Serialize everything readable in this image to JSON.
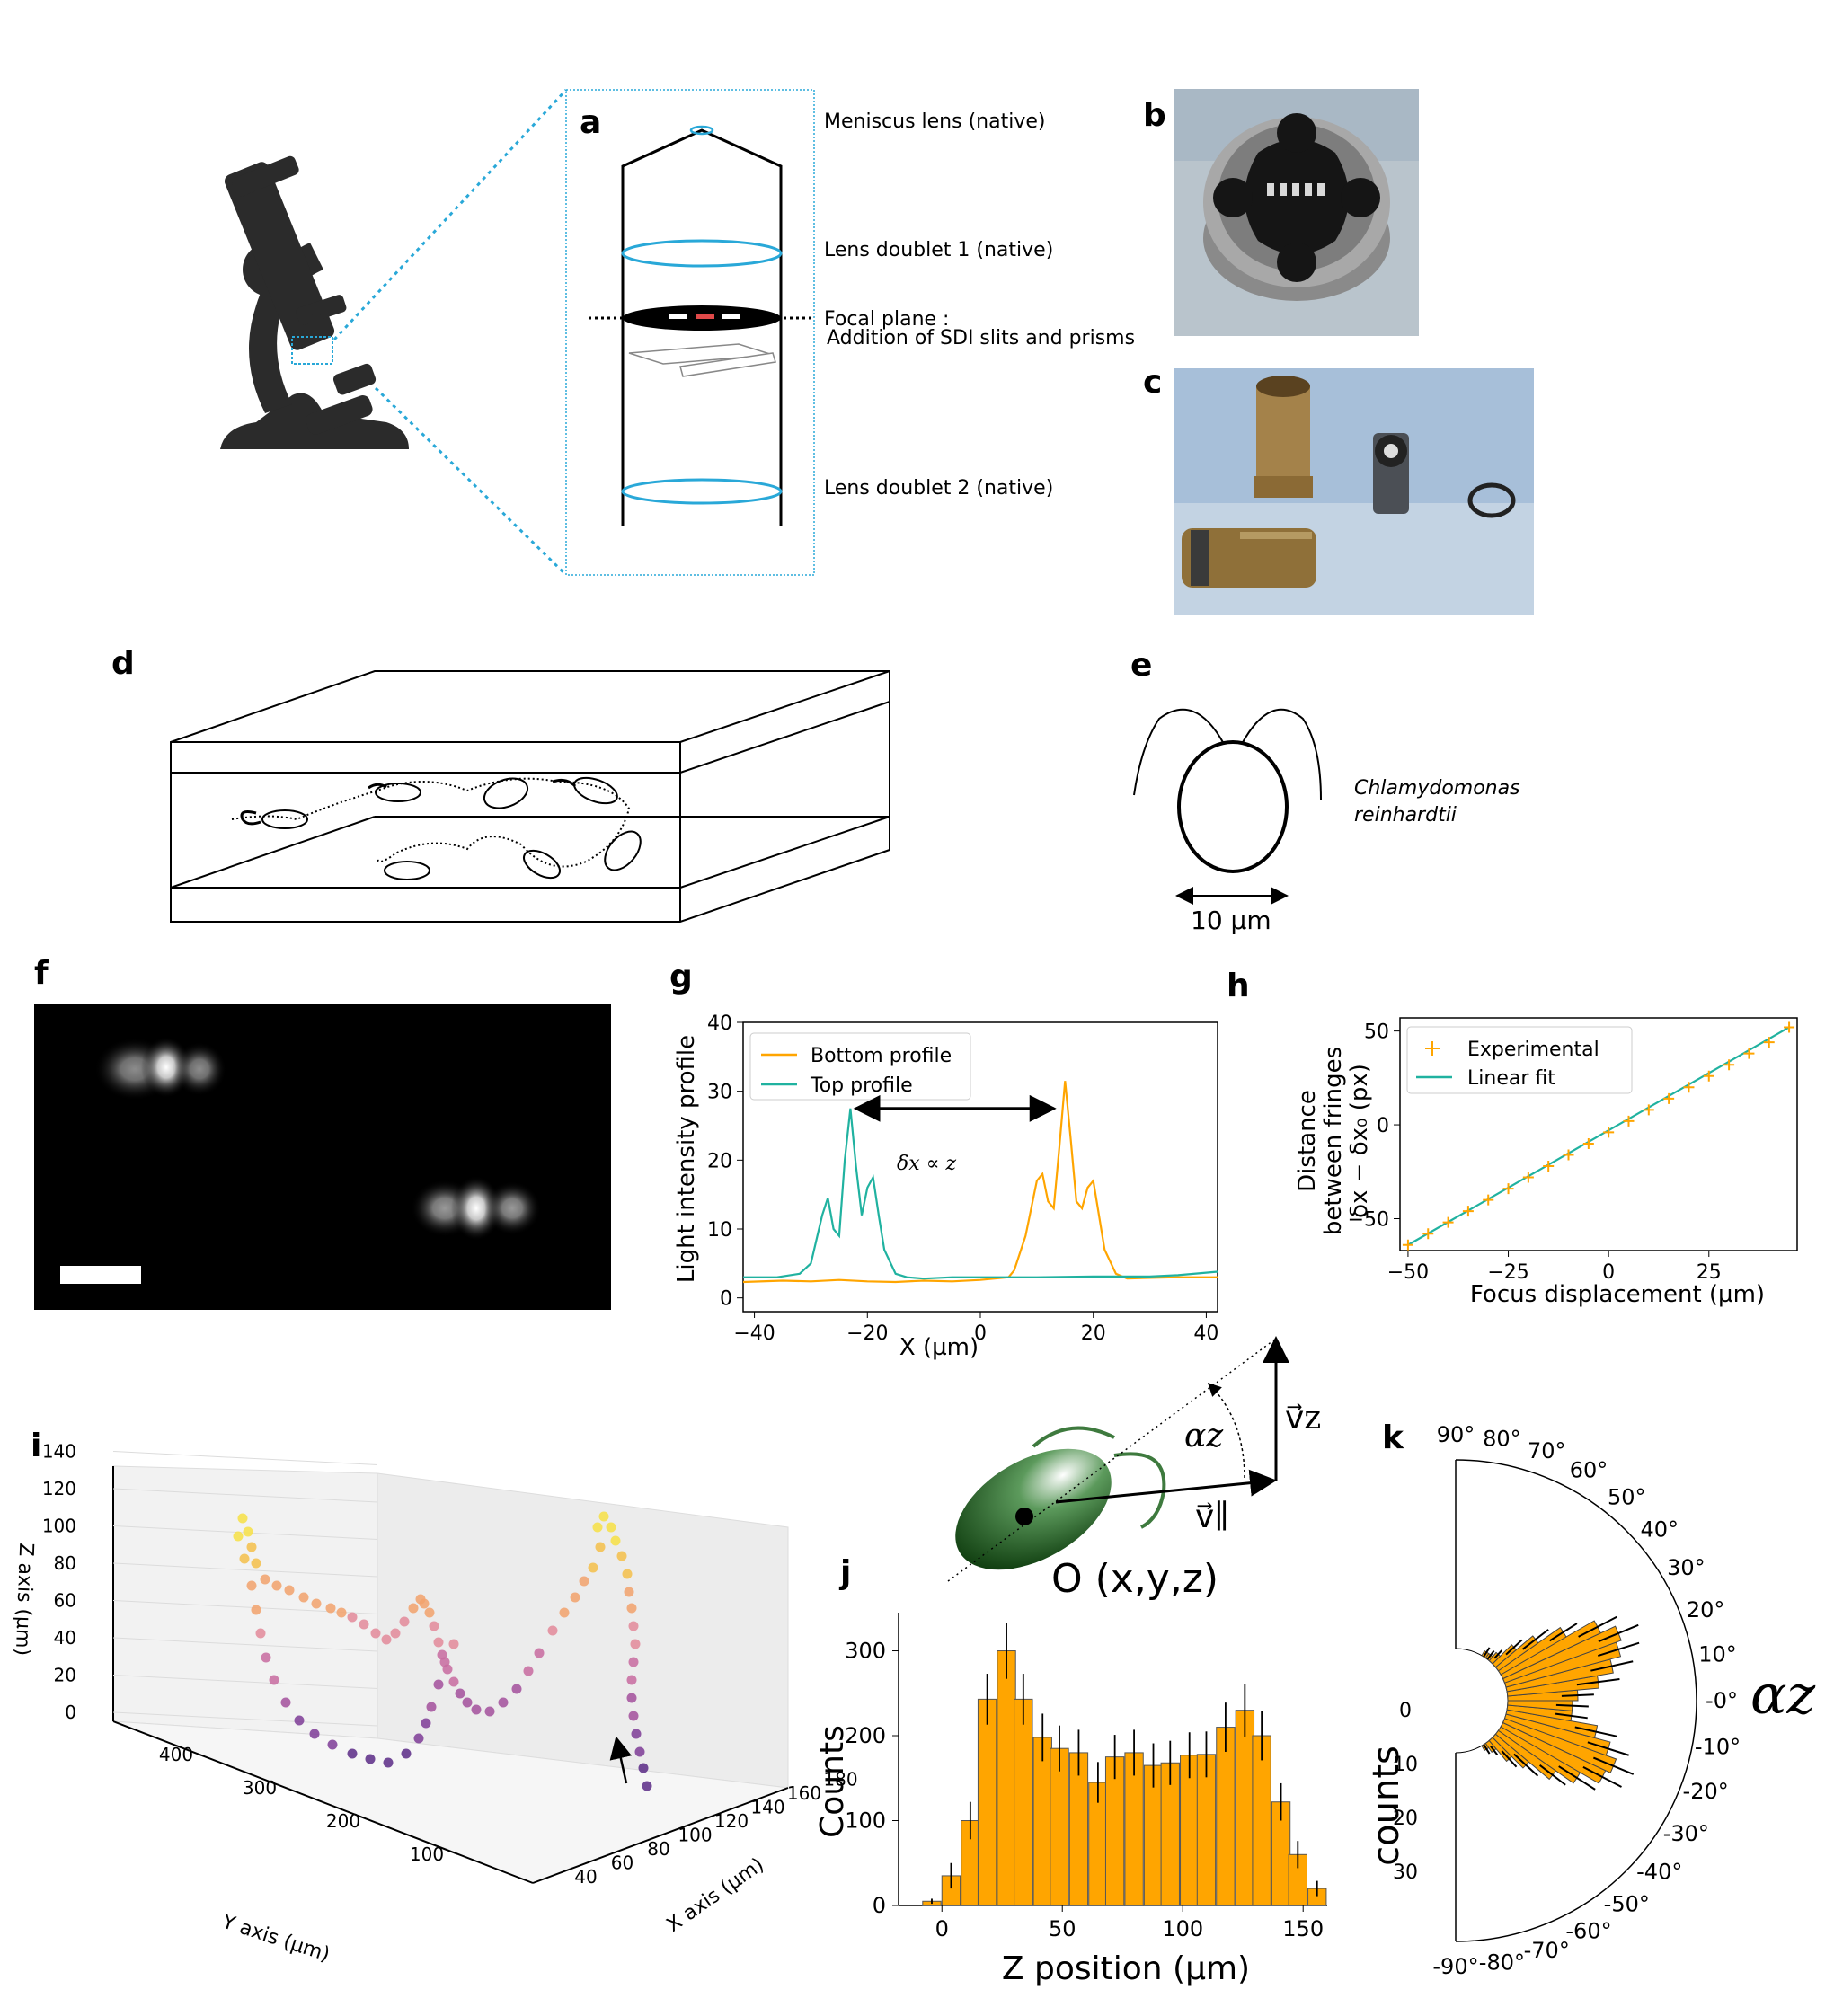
{
  "panels": {
    "a": "a",
    "b": "b",
    "c": "c",
    "d": "d",
    "e": "e",
    "f": "f",
    "g": "g",
    "h": "h",
    "i": "i",
    "j": "j",
    "k": "k"
  },
  "panel_a": {
    "meniscus": "Meniscus lens (native)",
    "doublet1": "Lens doublet 1 (native)",
    "focal1": "Focal plane  :",
    "focal2": "Addition of SDI slits and prisms",
    "doublet2": "Lens doublet 2 (native)"
  },
  "panel_e": {
    "species1": "Chlamydomonas",
    "species2": "reinhardtii",
    "scale": "10 µm"
  },
  "panel_alpha": {
    "alpha": "αz",
    "vz": "v⃗z",
    "vpar": "v⃗∥",
    "origin": "O (x,y,z)"
  },
  "colors": {
    "orange": "#ffa500",
    "teal": "#20b2a0",
    "cyan": "#29a8d8",
    "bar_edge": "#444444"
  },
  "chart_data": [
    {
      "panel": "g",
      "type": "line",
      "xlabel": "X (µm)",
      "ylabel": "Light intensity profile",
      "xlim": [
        -42,
        42
      ],
      "ylim": [
        -2,
        40
      ],
      "xticks": [
        -40,
        -20,
        0,
        20,
        40
      ],
      "yticks": [
        0,
        10,
        20,
        30,
        40
      ],
      "legend": "top-left",
      "annotation": "δx ∝ z",
      "series": [
        {
          "name": "Bottom profile",
          "color": "#ffa500",
          "x": [
            -42,
            -35,
            -30,
            -25,
            -20,
            -15,
            -10,
            -5,
            0,
            5,
            6,
            8,
            10,
            11,
            12,
            13,
            14,
            15,
            16,
            17,
            18,
            19,
            20,
            21,
            22,
            24,
            26,
            30,
            35,
            42
          ],
          "y": [
            2.3,
            2.5,
            2.4,
            2.6,
            2.4,
            2.3,
            2.5,
            2.4,
            2.6,
            3,
            4,
            9,
            17,
            18,
            14,
            13,
            22,
            31.5,
            23,
            14,
            13,
            16,
            17,
            12,
            7,
            3.5,
            2.8,
            2.9,
            3,
            3
          ]
        },
        {
          "name": "Top profile",
          "color": "#20b2a0",
          "x": [
            -42,
            -36,
            -32,
            -30,
            -28,
            -27,
            -26,
            -25,
            -24,
            -23,
            -22,
            -21,
            -20,
            -19,
            -18,
            -17,
            -15,
            -13,
            -10,
            -5,
            0,
            5,
            10,
            20,
            30,
            35,
            42
          ],
          "y": [
            3,
            3,
            3.5,
            5,
            12,
            14.5,
            10,
            9,
            20,
            27.5,
            19,
            12,
            16,
            17.5,
            12,
            7,
            3.5,
            3,
            2.8,
            3,
            3,
            3,
            3,
            3.1,
            3.1,
            3.3,
            3.8
          ]
        }
      ]
    },
    {
      "panel": "h",
      "type": "scatter",
      "xlabel": "Focus displacement (µm)",
      "ylabel_lines": [
        "Distance",
        "between fringes",
        "δx − δx₀ (px)"
      ],
      "xlim": [
        -52,
        47
      ],
      "ylim": [
        -67,
        57
      ],
      "xticks": [
        -50,
        -25,
        0,
        25
      ],
      "yticks": [
        -50,
        0,
        50
      ],
      "legend": "top-left",
      "series": [
        {
          "name": "Experimental",
          "color": "#ffa500",
          "x": [
            -50,
            -45,
            -40,
            -35,
            -30,
            -25,
            -20,
            -15,
            -10,
            -5,
            0,
            5,
            10,
            15,
            20,
            25,
            30,
            35,
            40,
            45
          ],
          "y": [
            -64,
            -58,
            -52,
            -46,
            -40,
            -34,
            -28,
            -22,
            -16,
            -10,
            -4,
            2,
            8,
            14,
            20,
            26,
            32,
            38,
            44,
            52
          ]
        },
        {
          "name": "Linear fit",
          "color": "#20b2a0",
          "x": [
            -50,
            45
          ],
          "y": [
            -64,
            52
          ]
        }
      ]
    },
    {
      "panel": "i",
      "type": "scatter",
      "xlabel": "X axis (µm)",
      "ylabel": "Y axis (µm)",
      "zlabel": "Z axis (µm)",
      "xticks": [
        40,
        60,
        80,
        100,
        120,
        140,
        160,
        180
      ],
      "yticks": [
        400,
        300,
        200,
        100
      ],
      "zticks": [
        0,
        20,
        40,
        60,
        80,
        100,
        120,
        140
      ]
    },
    {
      "panel": "j",
      "type": "bar",
      "xlabel": "Z position (µm)",
      "ylabel": "Counts",
      "xlim": [
        -18,
        160
      ],
      "ylim": [
        0,
        345
      ],
      "xticks": [
        0,
        50,
        100,
        150
      ],
      "yticks": [
        0,
        100,
        200,
        300
      ],
      "bin_width": 7.6,
      "bin_starts": [
        -8,
        0,
        8,
        15,
        23,
        30,
        38,
        45,
        53,
        61,
        68,
        76,
        84,
        91,
        99,
        106,
        114,
        122,
        129,
        137,
        144,
        152
      ],
      "values": [
        5,
        35,
        100,
        243,
        300,
        243,
        198,
        185,
        180,
        145,
        175,
        180,
        165,
        168,
        177,
        178,
        210,
        230,
        200,
        122,
        60,
        20
      ],
      "errors": [
        3,
        15,
        22,
        30,
        33,
        30,
        28,
        27,
        27,
        24,
        26,
        27,
        26,
        26,
        27,
        27,
        29,
        31,
        29,
        22,
        16,
        9
      ]
    },
    {
      "panel": "k",
      "type": "bar",
      "subtype": "polar",
      "axis_label": "counts",
      "angle_label": "αz",
      "angle_ticks": [
        "90°",
        "80°",
        "70°",
        "60°",
        "50°",
        "40°",
        "30°",
        "20°",
        "10°",
        "-0°",
        "-10°",
        "-20°",
        "-30°",
        "-40°",
        "-50°",
        "-60°",
        "-70°",
        "-80°",
        "-90°"
      ],
      "radial_ticks": [
        "0",
        "10",
        "20",
        "30"
      ],
      "rmax": 35,
      "bin_centers": [
        -57.5,
        -52.5,
        -47.5,
        -42.5,
        -37.5,
        -32.5,
        -27.5,
        -22.5,
        -17.5,
        -12.5,
        -7.5,
        -2.5,
        2.5,
        7.5,
        12.5,
        17.5,
        22.5,
        27.5,
        32.5,
        37.5,
        42.5,
        47.5,
        52.5,
        57.5
      ],
      "values": [
        1,
        2,
        5,
        8,
        13,
        17,
        21,
        22,
        20,
        17,
        12,
        12,
        13,
        17,
        20,
        22,
        23,
        20,
        14,
        9,
        5,
        2,
        1,
        1
      ],
      "errors": [
        1,
        1,
        2,
        3,
        3,
        4,
        4,
        4,
        4,
        4,
        3,
        3,
        3,
        4,
        4,
        4,
        4,
        4,
        3,
        3,
        2,
        1,
        1,
        1
      ]
    }
  ]
}
